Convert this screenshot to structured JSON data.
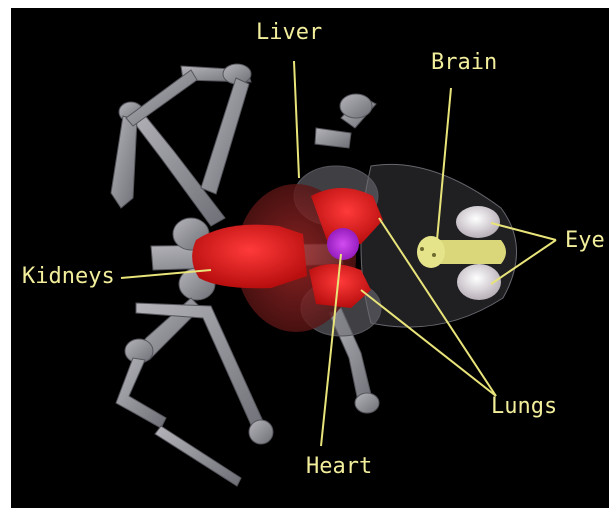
{
  "image": {
    "background_color": "#000000",
    "label_color": "#f2ee9c",
    "line_color": "#e8e47a",
    "bone_color": "#8f8f96",
    "organ_red": "#e01818",
    "heart_purple": "#b422d8",
    "brain_yellow": "#d9d77a",
    "eye_white": "#e6e2e6"
  },
  "labels": {
    "liver": "Liver",
    "brain": "Brain",
    "eye": "Eye",
    "kidneys": "Kidneys",
    "lungs": "Lungs",
    "heart": "Heart"
  }
}
